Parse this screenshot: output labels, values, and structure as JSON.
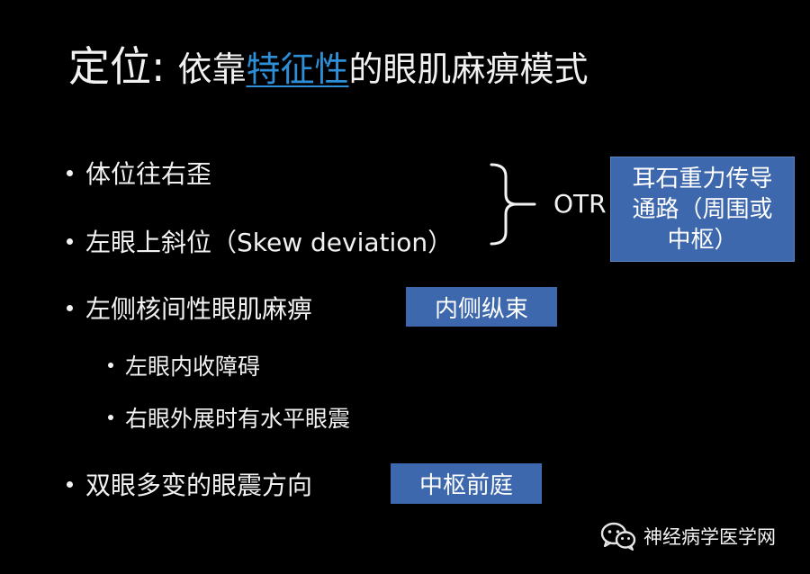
{
  "title": {
    "main": "定位:",
    "sub_before": "依靠",
    "sub_emphasis": "特征性",
    "sub_after": "的眼肌麻痹模式"
  },
  "bullets": [
    {
      "text": "体位往右歪"
    },
    {
      "text": "左眼上斜位（Skew deviation）"
    },
    {
      "text": "左侧核间性眼肌麻痹"
    },
    {
      "text": "双眼多变的眼震方向"
    }
  ],
  "sub_bullets": [
    {
      "text": "左眼内收障碍"
    },
    {
      "text": "右眼外展时有水平眼震"
    }
  ],
  "brace_label": "OTR",
  "tags": {
    "otolith": {
      "line1": "耳石重力传导",
      "line2": "通路（周围或",
      "line3": "中枢）"
    },
    "mlf": "内侧纵束",
    "central_vestibular": "中枢前庭"
  },
  "watermark": {
    "icon": "wechat-icon",
    "text": "神经病学医学网"
  },
  "colors": {
    "background": "#000000",
    "text": "#f2f2f2",
    "accent_link": "#2e8fd6",
    "tag_fill": "#3d68ad"
  }
}
